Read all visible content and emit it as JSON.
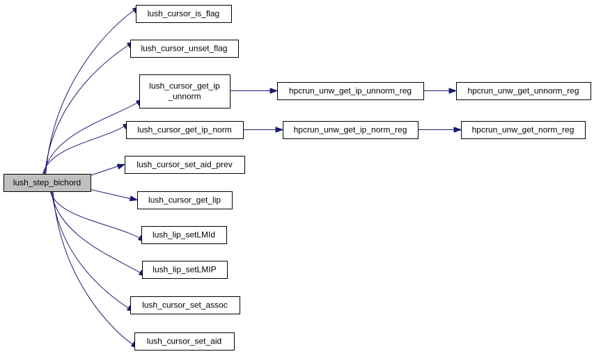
{
  "colors": {
    "root_fill": "#bfbfbf",
    "node_fill": "#ffffff",
    "edge": "#191970",
    "border": "#000000"
  },
  "nodes": {
    "root": "lush_step_bichord",
    "is_flag": "lush_cursor_is_flag",
    "unset_flag": "lush_cursor_unset_flag",
    "get_ip_unnorm": [
      "lush_cursor_get_ip",
      "_unnorm"
    ],
    "get_ip_norm": "lush_cursor_get_ip_norm",
    "set_aid_prev": "lush_cursor_set_aid_prev",
    "get_lip": "lush_cursor_get_lip",
    "setLMId": "lush_lip_setLMId",
    "setLMIP": "lush_lip_setLMIP",
    "set_assoc": "lush_cursor_set_assoc",
    "set_aid": "lush_cursor_set_aid",
    "unw_get_ip_unnorm_reg": "hpcrun_unw_get_ip_unnorm_reg",
    "unw_get_unnorm_reg": "hpcrun_unw_get_unnorm_reg",
    "unw_get_ip_norm_reg": "hpcrun_unw_get_ip_norm_reg",
    "unw_get_norm_reg": "hpcrun_unw_get_norm_reg"
  },
  "edges": [
    [
      "root",
      "is_flag"
    ],
    [
      "root",
      "unset_flag"
    ],
    [
      "root",
      "get_ip_unnorm"
    ],
    [
      "root",
      "get_ip_norm"
    ],
    [
      "root",
      "set_aid_prev"
    ],
    [
      "root",
      "get_lip"
    ],
    [
      "root",
      "setLMId"
    ],
    [
      "root",
      "setLMIP"
    ],
    [
      "root",
      "set_assoc"
    ],
    [
      "root",
      "set_aid"
    ],
    [
      "get_ip_unnorm",
      "unw_get_ip_unnorm_reg"
    ],
    [
      "unw_get_ip_unnorm_reg",
      "unw_get_unnorm_reg"
    ],
    [
      "get_ip_norm",
      "unw_get_ip_norm_reg"
    ],
    [
      "unw_get_ip_norm_reg",
      "unw_get_norm_reg"
    ]
  ]
}
